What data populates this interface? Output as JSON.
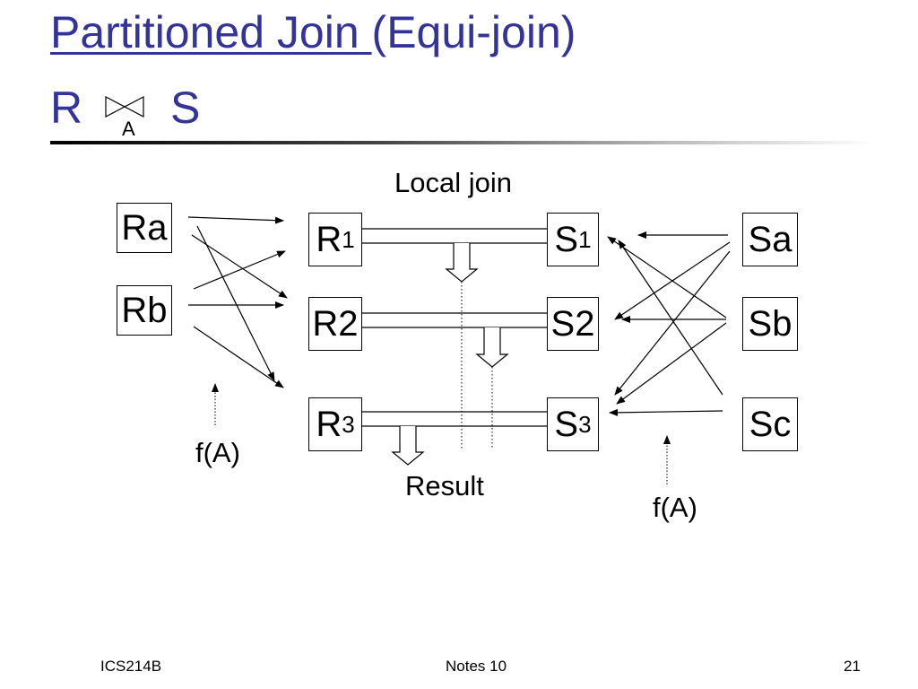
{
  "title": {
    "underlined": "Partitioned Join ",
    "rest": "(Equi-join)",
    "join_left": "R",
    "join_right": "S",
    "join_attr": "A"
  },
  "diagram": {
    "local_join_label": "Local join",
    "result_label": "Result",
    "fa_left": "f(A)",
    "fa_right": "f(A)",
    "left_sources": [
      "Ra",
      "Rb"
    ],
    "r_partitions": [
      {
        "main": "R",
        "sub": "1"
      },
      {
        "main": "R2",
        "sub": ""
      },
      {
        "main": "R",
        "sub": "3"
      }
    ],
    "s_partitions": [
      {
        "main": "S",
        "sub": "1"
      },
      {
        "main": "S2",
        "sub": ""
      },
      {
        "main": "S",
        "sub": "3"
      }
    ],
    "right_sources": [
      "Sa",
      "Sb",
      "Sc"
    ]
  },
  "footer": {
    "left": "ICS214B",
    "center": "Notes 10",
    "right": "21"
  }
}
